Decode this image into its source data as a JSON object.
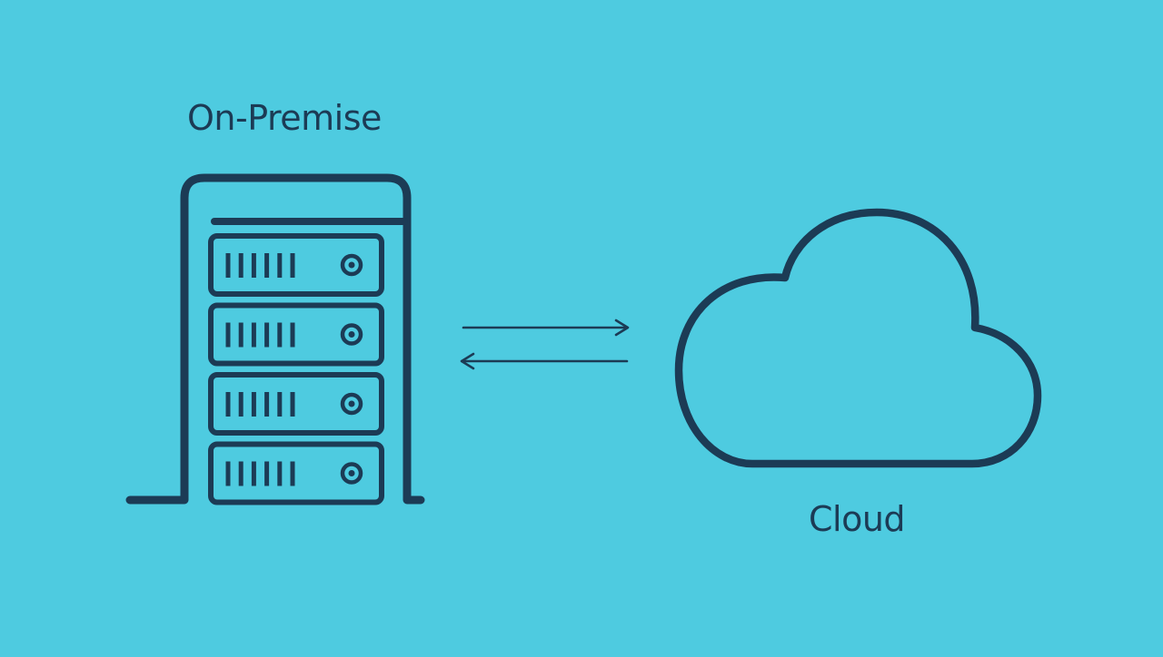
{
  "labels": {
    "on_premise": "On-Premise",
    "cloud": "Cloud"
  },
  "icons": {
    "server": "server-rack-icon",
    "cloud": "cloud-icon",
    "arrow_right": "arrow-right-icon",
    "arrow_left": "arrow-left-icon"
  },
  "server": {
    "unit_count": 4,
    "vents_per_unit": 6
  },
  "colors": {
    "background": "#4ecbe0",
    "stroke": "#1c3b55"
  }
}
